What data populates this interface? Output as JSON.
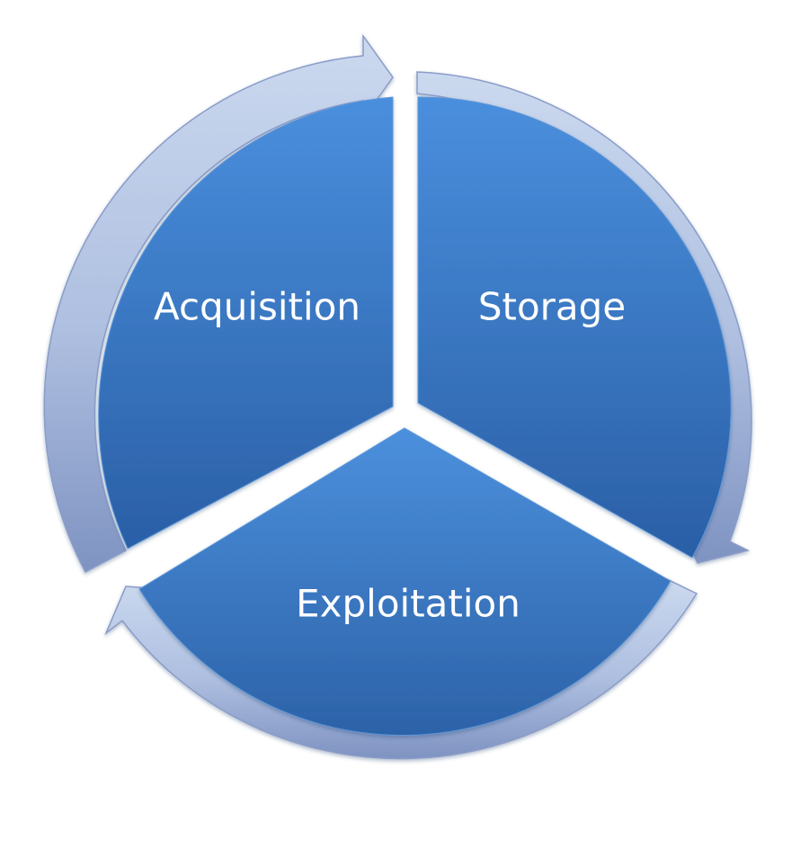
{
  "cycle": {
    "segments": [
      {
        "label": "Acquisition"
      },
      {
        "label": "Storage"
      },
      {
        "label": "Exploitation"
      }
    ],
    "colors": {
      "segment_light": "#4a8fdd",
      "segment_dark": "#2a5fa6",
      "arrow_light": "#c9d7ee",
      "arrow_dark": "#7f93c2"
    }
  }
}
